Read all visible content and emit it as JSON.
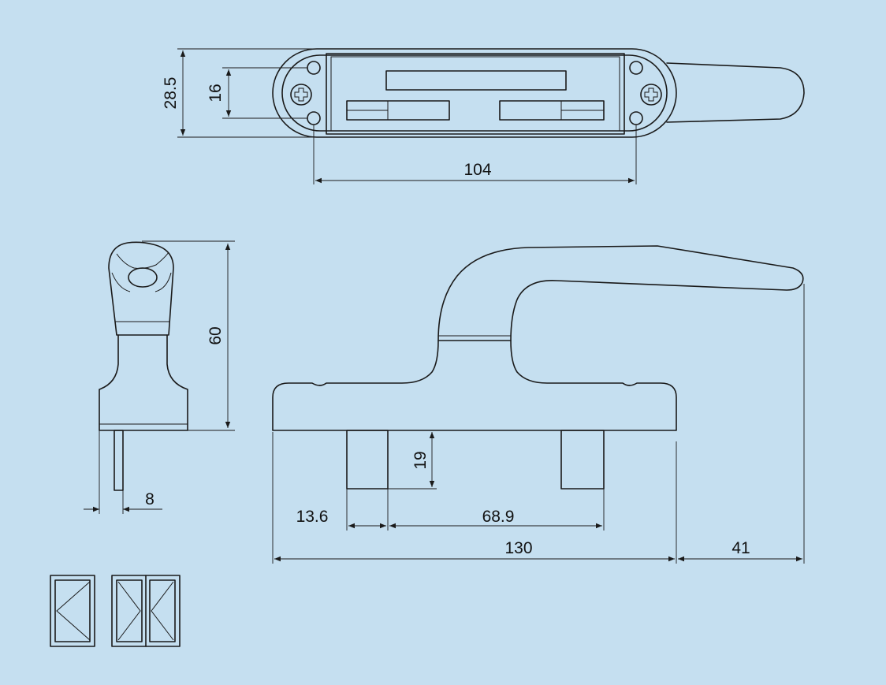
{
  "colors": {
    "background": "#c5dff0",
    "line": "#1a1a1a",
    "text": "#111111"
  },
  "dimensions": {
    "top_height_overall": "28.5",
    "top_hole_spacing_vertical": "16",
    "top_hole_spacing_horizontal": "104",
    "side_height": "60",
    "side_spindle_width": "8",
    "front_spindle_length": "19",
    "front_spindle_offset": "13.6",
    "front_spindle_spacing": "68.9",
    "front_base_length": "130",
    "front_handle_overhang": "41"
  },
  "icons": {
    "single_sash": "window-single-sash-icon",
    "double_sash": "window-double-sash-icon"
  }
}
